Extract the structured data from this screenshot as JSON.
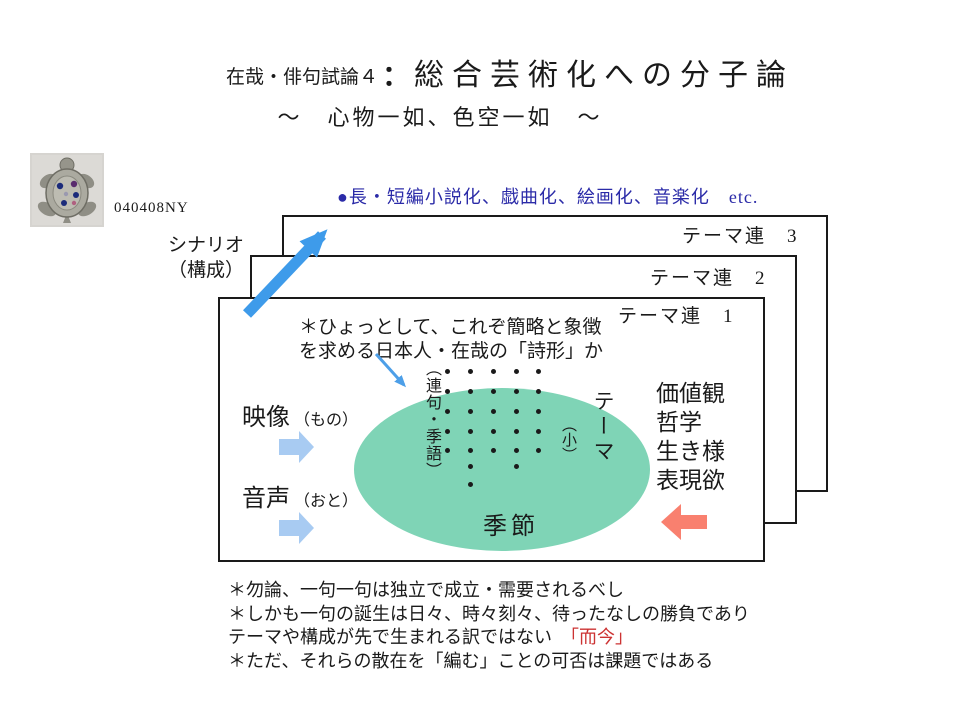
{
  "title": {
    "prefix": "在哉・俳句試論４",
    "colon": "：",
    "main": "総合芸術化への分子論",
    "subtitle": "～　心物一如、色空一如　～"
  },
  "photo": {
    "caption": "040408NY",
    "icon": "turtle-brooch-photo"
  },
  "scenario": {
    "line1": "シナリオ",
    "line2": "（構成）"
  },
  "bullet": {
    "text": "●長・短編小説化、戯曲化、絵画化、音楽化　etc."
  },
  "cards": [
    {
      "label": "テーマ連　3"
    },
    {
      "label": "テーマ連　2"
    },
    {
      "label": "テーマ連　1"
    }
  ],
  "note": {
    "line1": "＊ひょっとして、これぞ簡略と象徴",
    "line2": "を求める日本人・在哉の「詩形」か"
  },
  "inputs": [
    {
      "label": "映像",
      "sub": "（もの）"
    },
    {
      "label": "音声",
      "sub": "（おと）"
    }
  ],
  "ellipse": {
    "left_vertical": "（連句・季語）",
    "theme_vertical": "テーマ",
    "theme_sub": "（小）",
    "season": "季節",
    "dots": {
      "cols": [
        447,
        470,
        493,
        516,
        538
      ],
      "rows": [
        371,
        391,
        411,
        431,
        450,
        466,
        484
      ],
      "pattern": [
        [
          0,
          1,
          2,
          3,
          4
        ],
        [
          0,
          1,
          2,
          3,
          4
        ],
        [
          0,
          1,
          2,
          3,
          4
        ],
        [
          0,
          1,
          2,
          3,
          4
        ],
        [
          0,
          1,
          2,
          3,
          4
        ],
        [
          1,
          3
        ],
        [
          1
        ]
      ]
    }
  },
  "right_values": [
    "価値観",
    "哲学",
    "生き様",
    "表現欲"
  ],
  "footer": {
    "line1": "＊勿論、一句一句は独立で成立・需要されるべし",
    "line2": "＊しかも一句の誕生は日々、時々刻々、待ったなしの勝負であり",
    "line3_pre": "テーマや構成が先で生まれる訳ではない　",
    "line3_red": "「而今」",
    "line4": "＊ただ、それらの散在を「編む」ことの可否は課題ではある"
  },
  "colors": {
    "ellipse_mint": "#7FD4B6",
    "arrow_blue": "#3E9BEA",
    "arrow_light_blue": "#A8CBF2",
    "arrow_red": "#F9806F",
    "bullet_navy": "#2B2BA8",
    "accent_red_text": "#CC3333"
  }
}
